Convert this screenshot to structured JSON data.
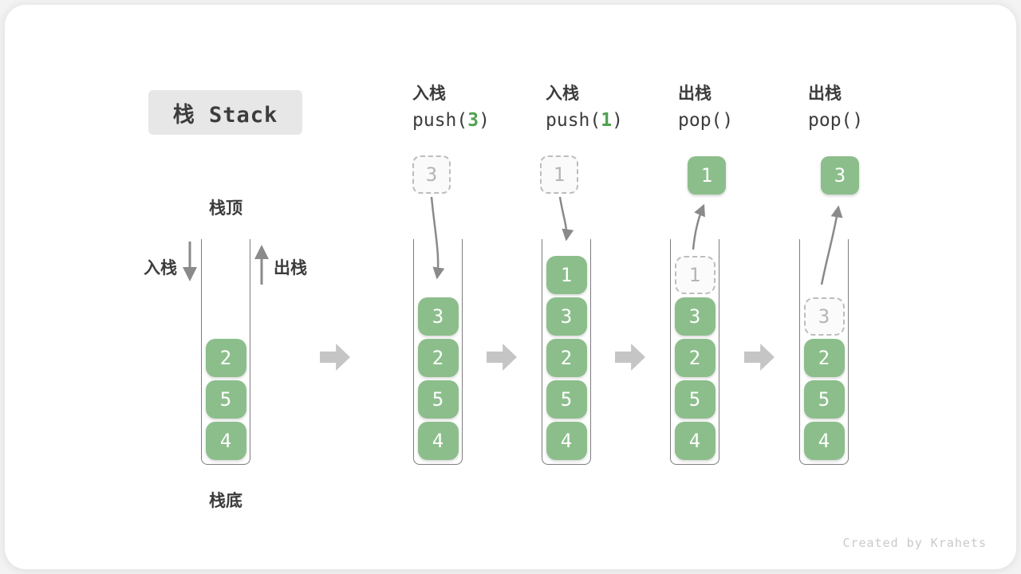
{
  "title": {
    "label": "栈 Stack"
  },
  "legend": {
    "top": "栈顶",
    "bottom": "栈底",
    "push": "入栈",
    "pop": "出栈"
  },
  "watermark": "Created by Krahets",
  "icons": {
    "step_arrow": "right-block-arrow",
    "push_arrow": "down-arrow",
    "pop_arrow": "up-arrow"
  },
  "colors": {
    "cell_green": "#8CBE8C",
    "code_arg_green": "#4FA14F",
    "thin_arrow_gray": "#8A8A8A",
    "block_arrow_gray": "#C5C5C5",
    "dashed_gray": "#BDBDBD",
    "text_dark": "#3C3C3C",
    "title_box_bg": "#E7E7E7",
    "watermark_gray": "#C9C9C9"
  },
  "operations": [
    {
      "label": "入栈",
      "code": {
        "prefix": "push(",
        "arg": "3",
        "suffix": ")"
      },
      "floating": {
        "value": "3",
        "state": "dashed"
      }
    },
    {
      "label": "入栈",
      "code": {
        "prefix": "push(",
        "arg": "1",
        "suffix": ")"
      },
      "floating": {
        "value": "1",
        "state": "dashed"
      }
    },
    {
      "label": "出栈",
      "code": {
        "prefix": "pop(",
        "arg": "",
        "suffix": ")"
      },
      "floating": {
        "value": "1",
        "state": "solid"
      }
    },
    {
      "label": "出栈",
      "code": {
        "prefix": "pop(",
        "arg": "",
        "suffix": ")"
      },
      "floating": {
        "value": "3",
        "state": "solid"
      }
    }
  ],
  "stacks": [
    {
      "name": "initial",
      "items": [
        {
          "value": "2",
          "state": "solid"
        },
        {
          "value": "5",
          "state": "solid"
        },
        {
          "value": "4",
          "state": "solid"
        }
      ]
    },
    {
      "name": "after-push-3",
      "items": [
        {
          "value": "3",
          "state": "solid"
        },
        {
          "value": "2",
          "state": "solid"
        },
        {
          "value": "5",
          "state": "solid"
        },
        {
          "value": "4",
          "state": "solid"
        }
      ]
    },
    {
      "name": "after-push-1",
      "items": [
        {
          "value": "1",
          "state": "solid"
        },
        {
          "value": "3",
          "state": "solid"
        },
        {
          "value": "2",
          "state": "solid"
        },
        {
          "value": "5",
          "state": "solid"
        },
        {
          "value": "4",
          "state": "solid"
        }
      ]
    },
    {
      "name": "after-pop-1",
      "items": [
        {
          "value": "1",
          "state": "dashed"
        },
        {
          "value": "3",
          "state": "solid"
        },
        {
          "value": "2",
          "state": "solid"
        },
        {
          "value": "5",
          "state": "solid"
        },
        {
          "value": "4",
          "state": "solid"
        }
      ]
    },
    {
      "name": "after-pop-3",
      "items": [
        {
          "value": "3",
          "state": "dashed"
        },
        {
          "value": "2",
          "state": "solid"
        },
        {
          "value": "5",
          "state": "solid"
        },
        {
          "value": "4",
          "state": "solid"
        }
      ]
    }
  ]
}
